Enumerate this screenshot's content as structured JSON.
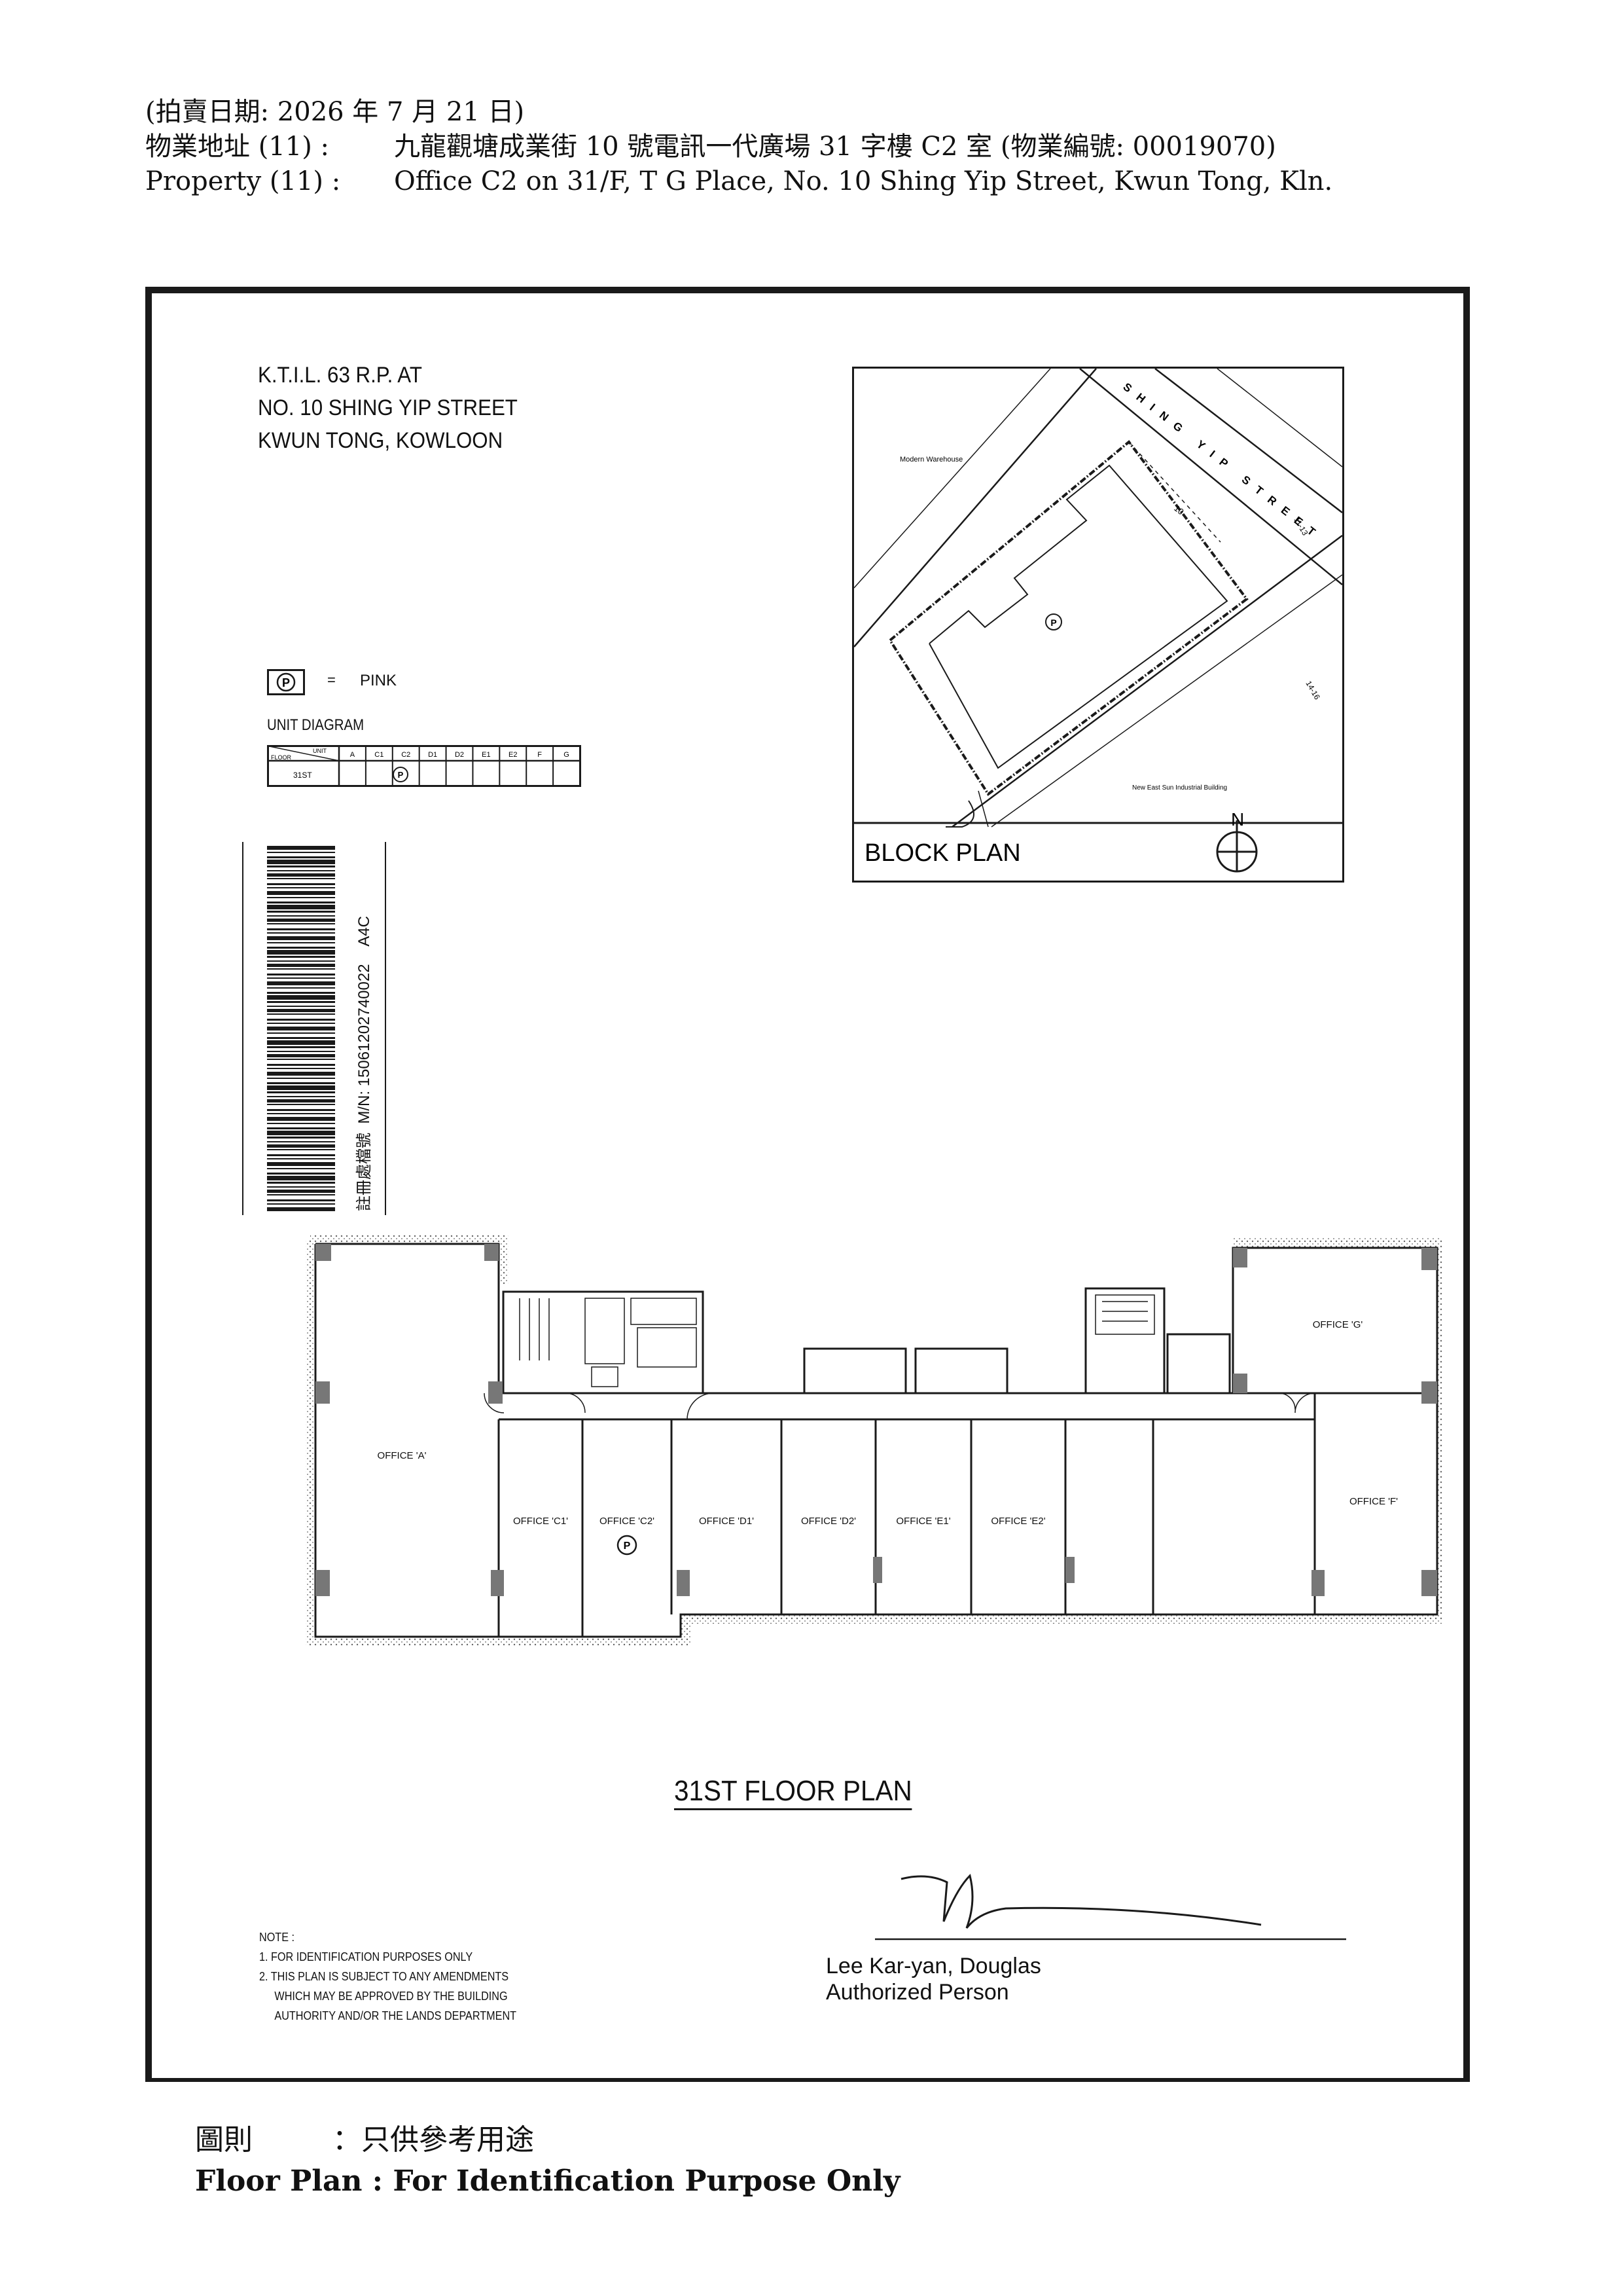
{
  "header": {
    "auction_date": "(拍賣日期:   2026 年 7 月 21 日)",
    "address_zh_label": "物業地址  (11) :",
    "address_zh": "九龍觀塘成業街 10 號電訊一代廣場 31 字樓 C2 室  (物業編號: 00019070)",
    "address_en_label": "Property    (11) :",
    "address_en": "Office C2 on 31/F, T G Place, No. 10 Shing Yip Street, Kwun Tong, Kln."
  },
  "plan": {
    "lot_line1": "K.T.I.L. 63 R.P. AT",
    "lot_line2": "NO. 10 SHING YIP STREET",
    "lot_line3": "KWUN TONG, KOWLOON",
    "legend_symbol": "P",
    "legend_eq": "=",
    "legend_color": "PINK",
    "unit_diagram_title": "UNIT DIAGRAM",
    "unit_diagram_units": [
      "A",
      "C1",
      "C2",
      "D1",
      "D2",
      "E1",
      "E2",
      "F",
      "G"
    ],
    "unit_diagram_floor": "31ST",
    "unit_diagram_corner_top": "UNIT",
    "unit_diagram_corner_bottom": "FLOOR",
    "barcode_number": "M/N: 15061202740022",
    "barcode_code": "A4C",
    "barcode_label": "註冊處檔號",
    "block_plan": {
      "title": "BLOCK PLAN",
      "north": "N",
      "street": "SHING YIP STREET",
      "left_building": "Modern Warehouse",
      "bottom_building": "New East Sun Industrial Building",
      "num_top": "11-13",
      "num_bottom": "14-16",
      "num_lot": "10",
      "marker": "P"
    },
    "floor_plan": {
      "title": "31ST FLOOR PLAN",
      "offices": {
        "a": "OFFICE 'A'",
        "c1": "OFFICE 'C1'",
        "c2": "OFFICE 'C2'",
        "d1": "OFFICE 'D1'",
        "d2": "OFFICE 'D2'",
        "e1": "OFFICE 'E1'",
        "e2": "OFFICE 'E2'",
        "f": "OFFICE 'F'",
        "g": "OFFICE 'G'"
      },
      "marker": "P"
    },
    "note": {
      "title": "NOTE :",
      "line1": "1.  FOR IDENTIFICATION PURPOSES ONLY",
      "line2": "2.  THIS PLAN IS SUBJECT TO ANY AMENDMENTS",
      "line3": "WHICH MAY BE APPROVED BY THE BUILDING",
      "line4": "AUTHORITY AND/OR THE LANDS DEPARTMENT"
    },
    "signatory_name": "Lee Kar-yan, Douglas",
    "signatory_title": "Authorized Person"
  },
  "footer": {
    "zh_label": "圖則",
    "zh_text": "：只供參考用途",
    "en_text": "Floor Plan : For Identification Purpose Only"
  },
  "colors": {
    "line": "#1a1a1a",
    "hatch": "#777777",
    "background": "#ffffff"
  }
}
